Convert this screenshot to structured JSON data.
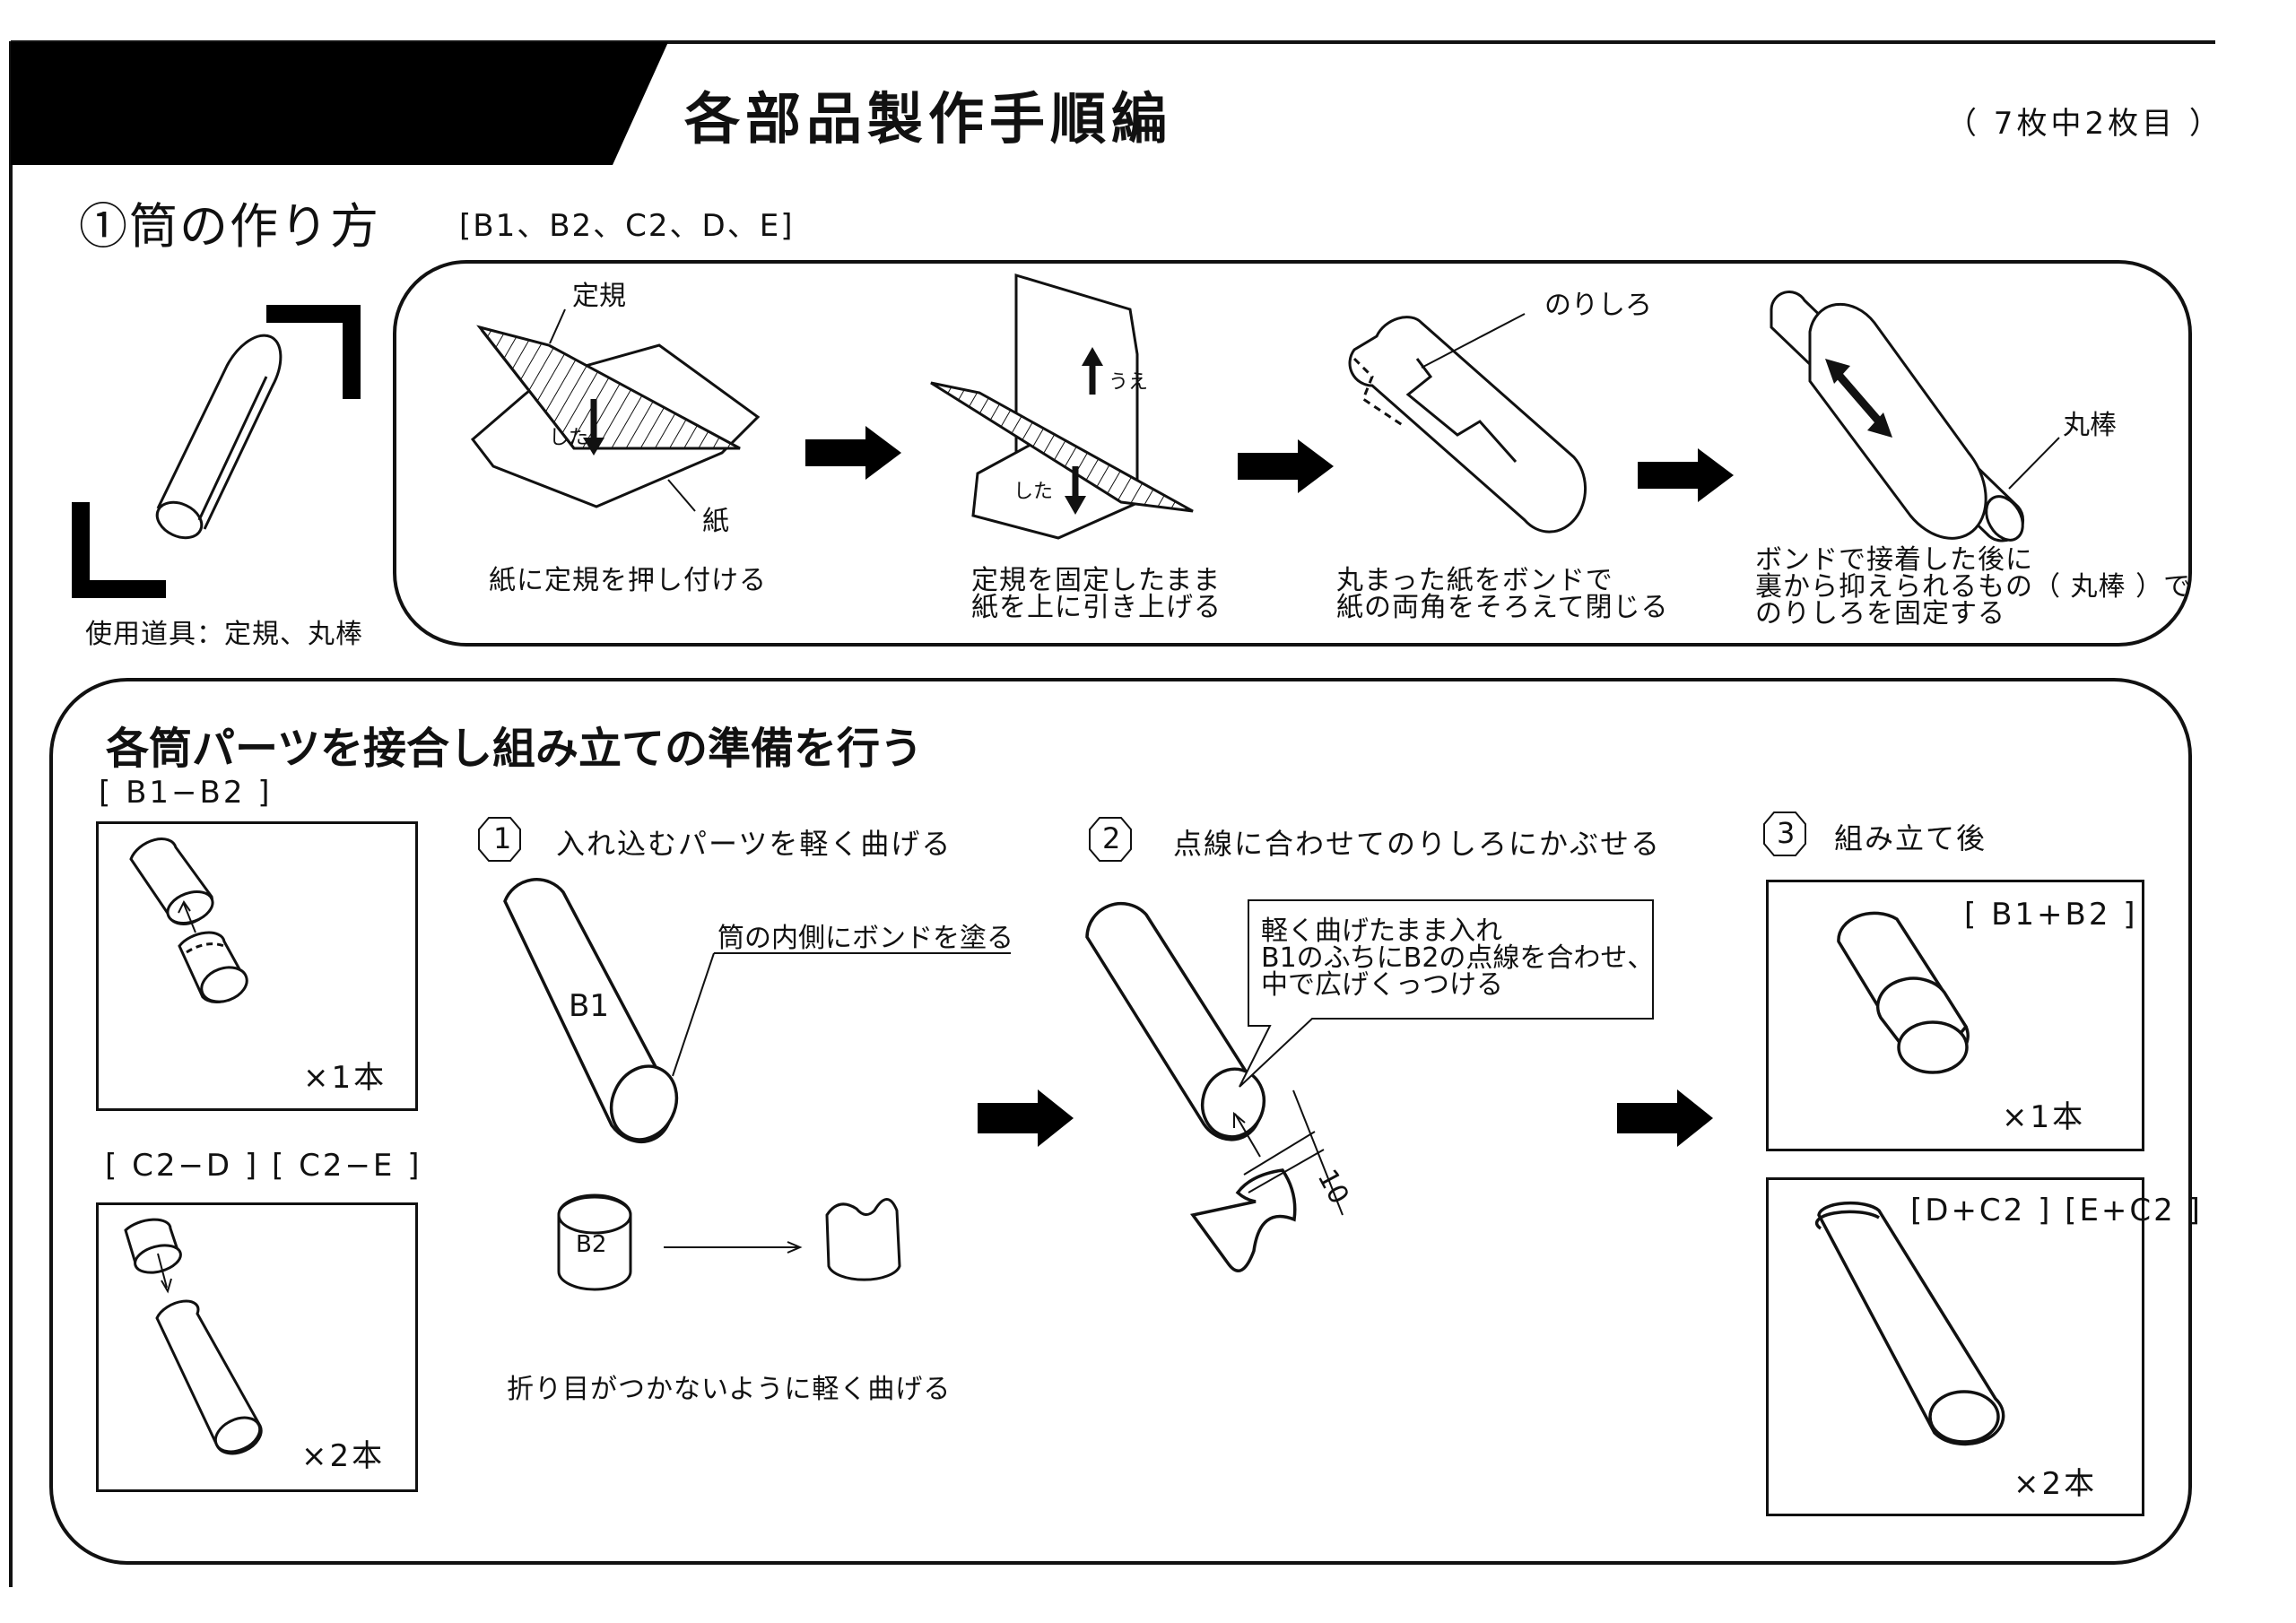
{
  "header": {
    "title": "各部品製作手順編",
    "page_note": "（ 7枚中2枚目 ）"
  },
  "section1": {
    "heading": "①筒の作り方",
    "parts": "[B1、B2、C2、D、E]",
    "tools": "使用道具：定規、丸棒",
    "steps": [
      {
        "labels": {
          "ruler": "定規",
          "paper": "紙",
          "down": "した"
        },
        "caption": [
          "紙に定規を押し付ける"
        ]
      },
      {
        "labels": {
          "up": "うえ",
          "down": "した"
        },
        "caption": [
          "定規を固定したまま",
          "紙を上に引き上げる"
        ]
      },
      {
        "labels": {
          "glue_flap": "のりしろ"
        },
        "caption": [
          "丸まった紙をボンドで",
          "紙の両角をそろえて閉じる"
        ]
      },
      {
        "labels": {
          "rod": "丸棒"
        },
        "caption": [
          "ボンドで接着した後に",
          "裏から抑えられるもの（ 丸棒 ）で",
          "のりしろを固定する"
        ]
      }
    ]
  },
  "section2": {
    "heading": "各筒パーツを接合し組み立ての準備を行う",
    "groups": [
      {
        "label": "[ B1−B2 ]",
        "count": "×1本"
      },
      {
        "label": "[ C2−D ] [ C2−E ]",
        "count": "×2本"
      }
    ],
    "step1": {
      "number": "1",
      "label": "入れ込むパーツを軽く曲げる",
      "tube_label": "B1",
      "callout": "筒の内側にボンドを塗る",
      "small_tube_label": "B2",
      "note": "折り目がつかないように軽く曲げる"
    },
    "step2": {
      "number": "2",
      "label": "点線に合わせてのりしろにかぶせる",
      "bubble": [
        "軽く曲げたまま入れ",
        "B1のふちにB2の点線を合わせ、",
        "中で広げくっつける"
      ],
      "dimension": "10"
    },
    "step3": {
      "number": "3",
      "label": "組み立て後",
      "results": [
        {
          "label": "[ B1+B2 ]",
          "count": "×1本"
        },
        {
          "label": "[D+C2 ] [E+C2 ]",
          "count": "×2本"
        }
      ]
    }
  }
}
